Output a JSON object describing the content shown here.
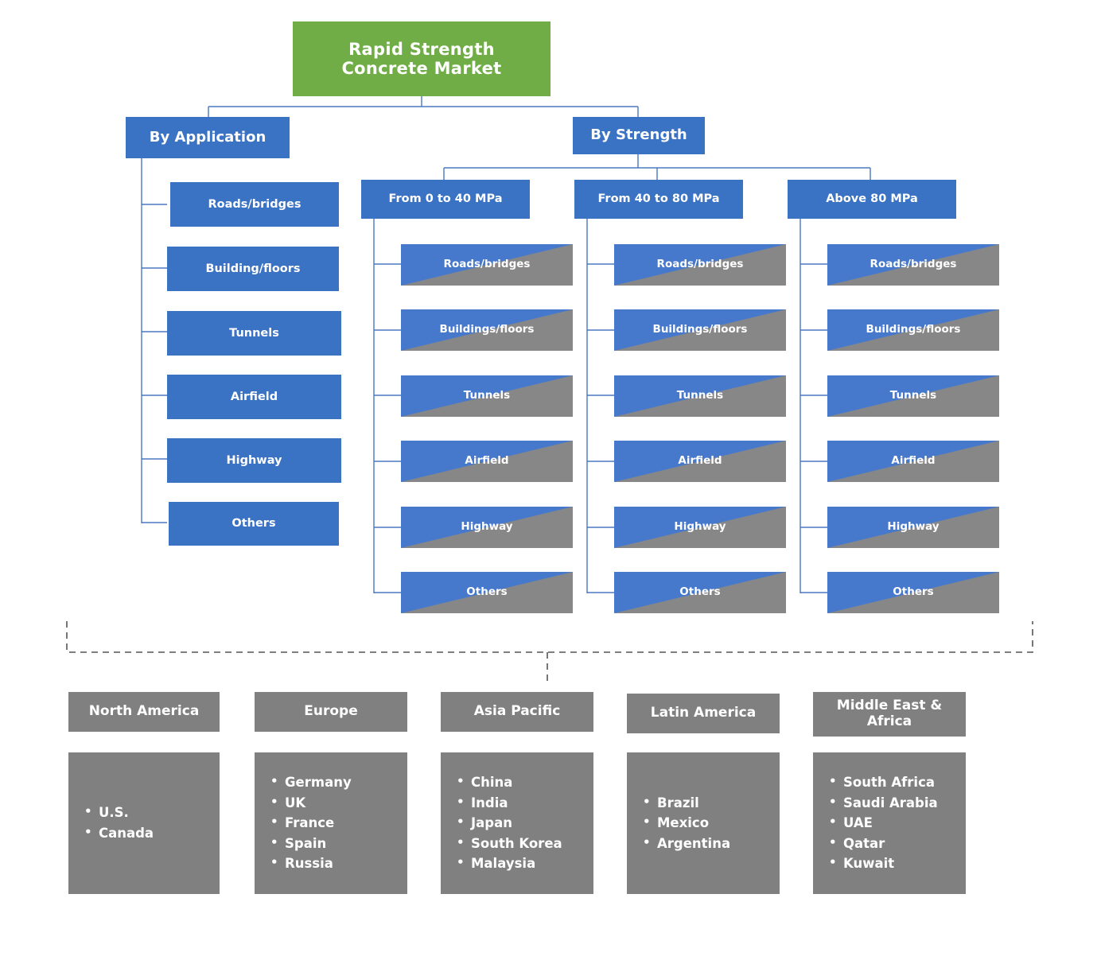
{
  "root": {
    "label": "Rapid Strength\nConcrete Market"
  },
  "categories": [
    {
      "id": "by-application",
      "label": "By Application"
    },
    {
      "id": "by-strength",
      "label": "By Strength"
    }
  ],
  "application_items": [
    {
      "label": "Roads/bridges"
    },
    {
      "label": "Building/floors"
    },
    {
      "label": "Tunnels"
    },
    {
      "label": "Airfield"
    },
    {
      "label": "Highway"
    },
    {
      "label": "Others"
    }
  ],
  "strength_groups": [
    {
      "id": "from-0-to-40-mpa",
      "label": "From 0 to 40 MPa",
      "items": [
        {
          "label": "Roads/bridges"
        },
        {
          "label": "Buildings/floors"
        },
        {
          "label": "Tunnels"
        },
        {
          "label": "Airfield"
        },
        {
          "label": "Highway"
        },
        {
          "label": "Others"
        }
      ]
    },
    {
      "id": "from-40-to-80-mpa",
      "label": "From 40 to 80 MPa",
      "items": [
        {
          "label": "Roads/bridges"
        },
        {
          "label": "Buildings/floors"
        },
        {
          "label": "Tunnels"
        },
        {
          "label": "Airfield"
        },
        {
          "label": "Highway"
        },
        {
          "label": "Others"
        }
      ]
    },
    {
      "id": "above-80-mpa",
      "label": "Above 80 MPa",
      "items": [
        {
          "label": "Roads/bridges"
        },
        {
          "label": "Buildings/floors"
        },
        {
          "label": "Tunnels"
        },
        {
          "label": "Airfield"
        },
        {
          "label": "Highway"
        },
        {
          "label": "Others"
        }
      ]
    }
  ],
  "regions": [
    {
      "id": "north-america",
      "label": "North America",
      "countries": [
        "U.S.",
        "Canada"
      ]
    },
    {
      "id": "europe",
      "label": "Europe",
      "countries": [
        "Germany",
        "UK",
        "France",
        "Spain",
        "Russia"
      ]
    },
    {
      "id": "asia-pacific",
      "label": "Asia  Pacific",
      "countries": [
        "China",
        "India",
        "Japan",
        "South Korea",
        "Malaysia"
      ]
    },
    {
      "id": "latin-america",
      "label": "Latin America",
      "countries": [
        "Brazil",
        "Mexico",
        "Argentina"
      ]
    },
    {
      "id": "middle-east-africa",
      "label": "Middle East &\nAfrica",
      "countries": [
        "South Africa",
        "Saudi Arabia",
        "UAE",
        "Qatar",
        "Kuwait"
      ]
    }
  ],
  "colors": {
    "root_green": "#70ad47",
    "node_blue": "#3a72c4",
    "split_blue": "#4679cb",
    "grey": "#808080",
    "line": "#4a78c0",
    "dashed": "#555555"
  }
}
